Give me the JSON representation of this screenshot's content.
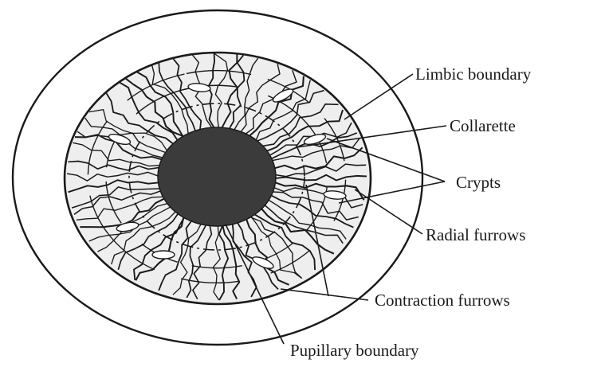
{
  "diagram": {
    "subject": "iris",
    "labels": {
      "limbic_boundary": "Limbic boundary",
      "collarette": "Collarette",
      "crypts": "Crypts",
      "radial_furrows": "Radial furrows",
      "contraction_furrows": "Contraction furrows",
      "pupillary_boundary": "Pupillary boundary"
    },
    "colors": {
      "ink": "#1a1a1a",
      "pupil": "#3b3b3b",
      "iris_fill": "#eeeeee",
      "background": "#ffffff"
    }
  }
}
